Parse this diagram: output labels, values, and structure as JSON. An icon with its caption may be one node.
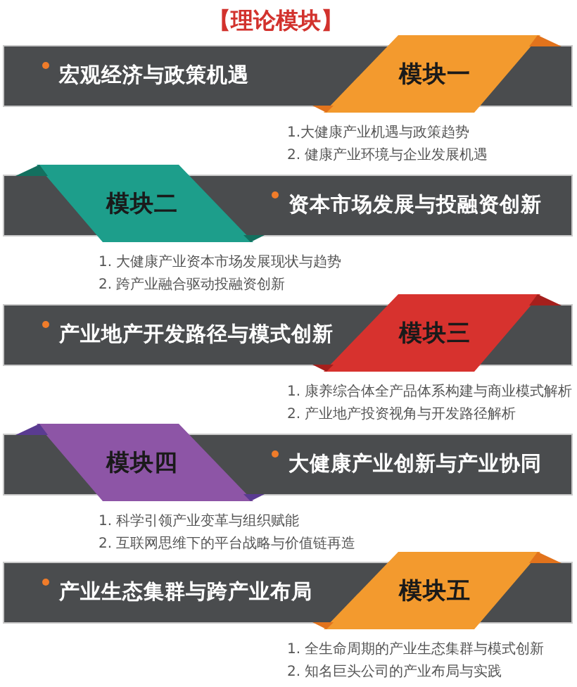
{
  "diagram": {
    "title": "【理论模块】",
    "nodes": [
      {
        "text": [
          "宏观经济与政策机遇"
        ]
      },
      {
        "text": [
          "模块一"
        ],
        "beside": [
          "1.大健康产业机遇与政策趋势",
          "2. 健康产业环境与企业发展机遇"
        ]
      },
      {
        "text": [
          "模块二"
        ],
        "beside": [
          "1. 大健康产业资本市场发展现状与趋势",
          "2. 跨产业融合驱动投融资创新"
        ]
      },
      {
        "text": [
          "资本市场发展与投融资创新"
        ]
      },
      {
        "text": [
          "产业地产开发路径与模式创新"
        ]
      },
      {
        "text": [
          "模块三"
        ],
        "beside": [
          "1. 康养综合体全产品体系构建与商业模式解析",
          "2. 产业地产投资视角与开发路径解析"
        ]
      },
      {
        "text": [
          "模块四"
        ],
        "beside": [
          "1. 科学引领产业变革与组织赋能",
          "2. 互联网思维下的平台战略与价值链再造"
        ]
      },
      {
        "text": [
          "大健康产业创新与产业协同"
        ]
      },
      {
        "text": [
          "产业生态集群与跨产业布局"
        ]
      },
      {
        "text": [
          "模块五"
        ],
        "beside": [
          "1. 全生命周期的产业生态集群与模式创新",
          "2. 知名巨头公司的产业布局与实践"
        ]
      }
    ]
  }
}
